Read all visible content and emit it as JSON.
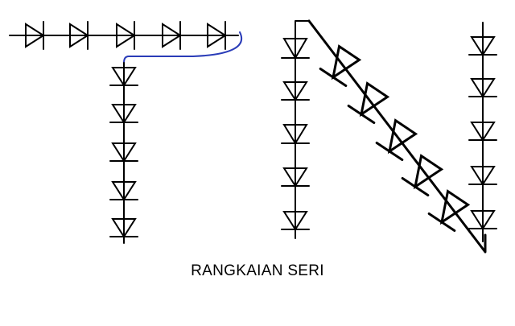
{
  "diagram": {
    "caption": "RANGKAIAN SERI",
    "colors": {
      "stroke": "#000000",
      "connector": "#2a3cb8",
      "background": "#ffffff"
    },
    "component": "led-diode-symbol",
    "letters": [
      {
        "letter": "T",
        "diode_count": 10
      },
      {
        "letter": "N",
        "diode_count": 15
      }
    ]
  }
}
